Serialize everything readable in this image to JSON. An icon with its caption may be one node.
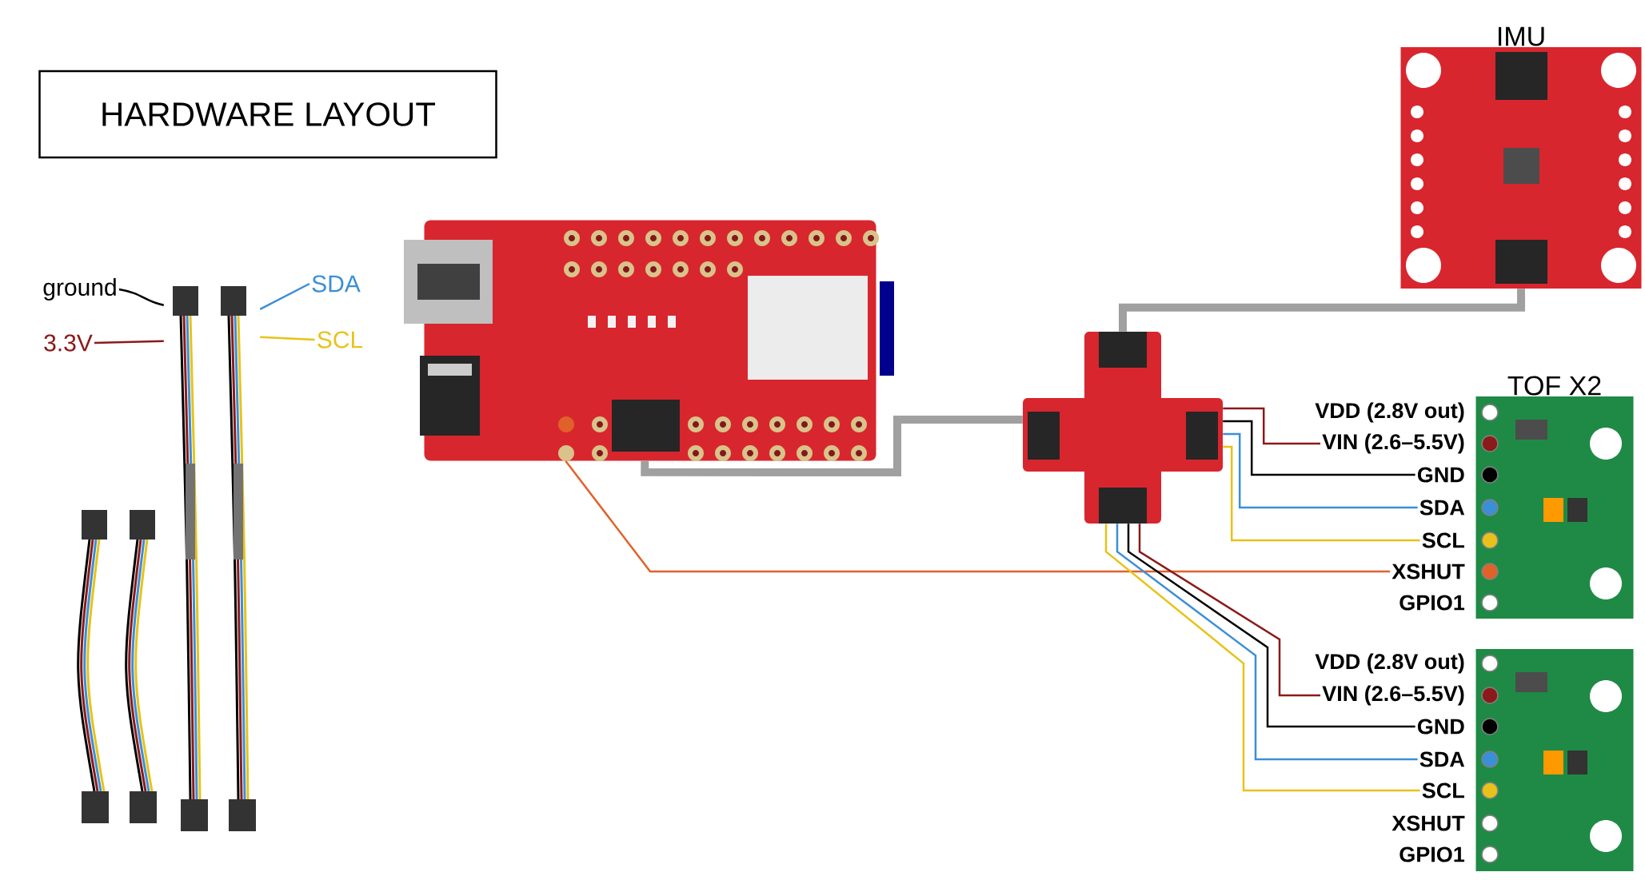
{
  "diagram": {
    "nodes": [
      {
        "text": [
          "HARDWARE LAYOUT"
        ]
      },
      {
        "text": [],
        "shape": "picture"
      },
      {
        "text": [
          "ground"
        ]
      },
      {
        "text": [
          "3.3V"
        ]
      },
      {
        "text": [
          "SDA"
        ]
      },
      {
        "text": [
          "SCL"
        ]
      },
      {
        "text": [],
        "shape": "picture"
      },
      {
        "text": [],
        "shape": "picture"
      },
      {
        "text": [
          "IMU"
        ]
      },
      {
        "text": [
          "TOF X2"
        ]
      },
      {
        "text": [],
        "shape": "picture"
      },
      {
        "text": [
          "VDD (2.8V out)"
        ]
      },
      {
        "text": [
          "VIN (2.6–5.5V)"
        ]
      },
      {
        "text": [
          "GND"
        ]
      },
      {
        "text": [
          "SDA"
        ]
      },
      {
        "text": [
          "SCL"
        ]
      },
      {
        "text": [
          "XSHUT"
        ]
      },
      {
        "text": [
          "GPIO1"
        ]
      },
      {
        "text": [
          "VDD (2.8V out)"
        ]
      },
      {
        "text": [
          "VIN (2.6–5.5V)"
        ]
      },
      {
        "text": [
          "GND"
        ]
      },
      {
        "text": [
          "SDA"
        ]
      },
      {
        "text": [
          "SCL"
        ]
      },
      {
        "text": [
          "XSHUT"
        ]
      },
      {
        "text": [
          "GPIO1"
        ]
      }
    ],
    "edges": [
      {
        "from": 2,
        "to": 1,
        "arrow": "none",
        "color": "#000000"
      },
      {
        "from": 3,
        "to": 1,
        "arrow": "none",
        "color": "#8b1a1a"
      },
      {
        "from": 4,
        "to": 1,
        "arrow": "none",
        "color": "#3a8fd6"
      },
      {
        "from": 5,
        "to": 1,
        "arrow": "none",
        "color": "#e8c21a"
      },
      {
        "from": 6,
        "to": 7,
        "arrow": "none",
        "style": "thick",
        "color": "#a0a0a0"
      },
      {
        "from": 7,
        "to": 8,
        "arrow": "none",
        "style": "thick",
        "color": "#a0a0a0"
      },
      {
        "from": 7,
        "to": 12,
        "arrow": "none",
        "color": "#8b1a1a"
      },
      {
        "from": 7,
        "to": 13,
        "arrow": "none",
        "color": "#000000"
      },
      {
        "from": 7,
        "to": 14,
        "arrow": "none",
        "color": "#3a8fd6"
      },
      {
        "from": 7,
        "to": 15,
        "arrow": "none",
        "color": "#e8c21a"
      },
      {
        "from": 6,
        "to": 16,
        "arrow": "none",
        "color": "#e0622a"
      },
      {
        "from": 7,
        "to": 19,
        "arrow": "none",
        "color": "#8b1a1a"
      },
      {
        "from": 7,
        "to": 20,
        "arrow": "none",
        "color": "#000000"
      },
      {
        "from": 7,
        "to": 21,
        "arrow": "none",
        "color": "#3a8fd6"
      },
      {
        "from": 7,
        "to": 22,
        "arrow": "none",
        "color": "#e8c21a"
      }
    ]
  }
}
